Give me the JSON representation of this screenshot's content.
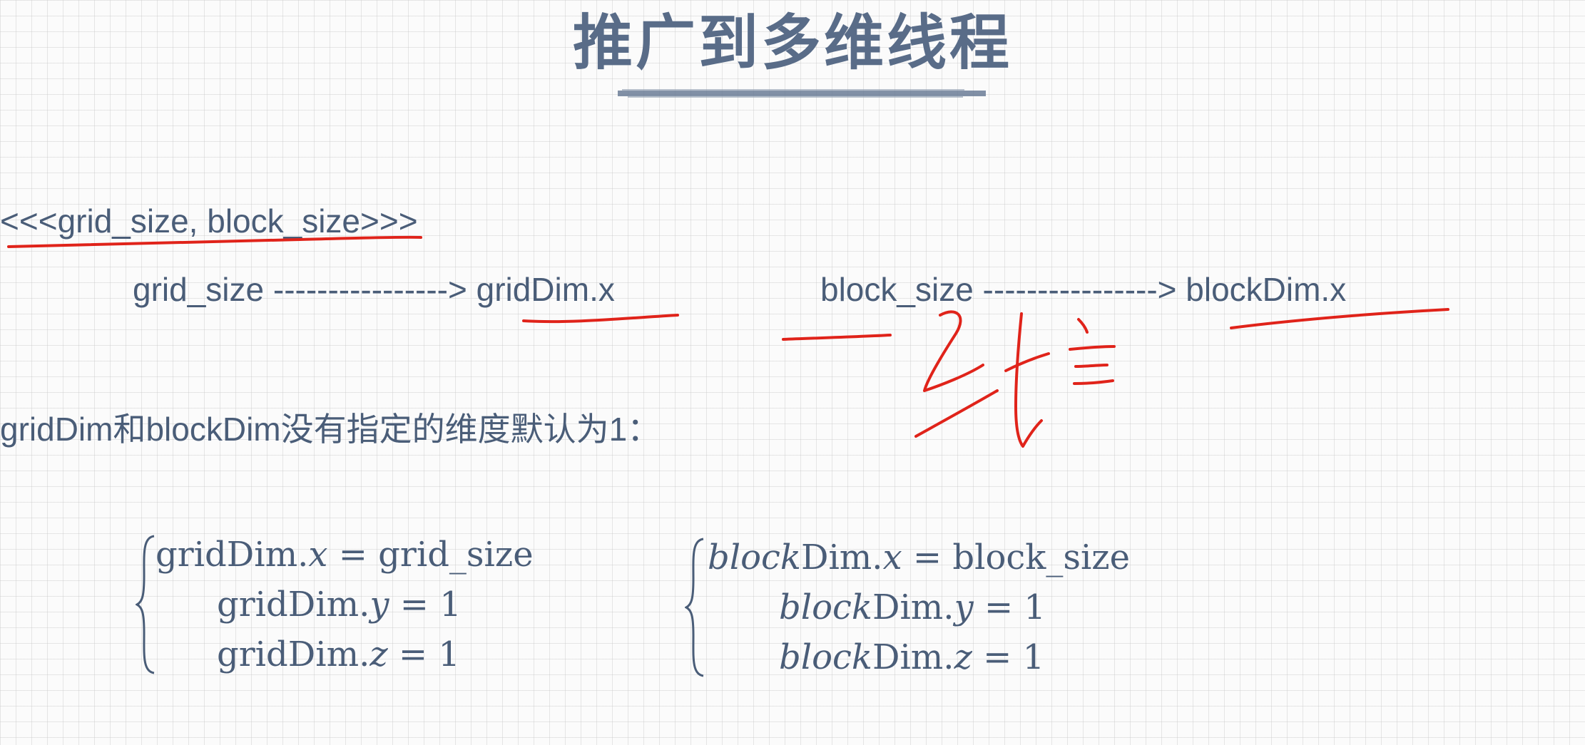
{
  "slide": {
    "title": "推广到多维线程",
    "launch_syntax": "<<<grid_size, block_size>>>",
    "grid_mapping": "grid_size ----------------> gridDim.x",
    "block_mapping": "block_size ----------------> blockDim.x",
    "default_note": "gridDim和blockDim没有指定的维度默认为1：",
    "grid_equations": {
      "line1_prefix": "gridDim.",
      "line1_var": "x",
      "line1_rhs": " = grid_size",
      "line2_prefix": "gridDim.",
      "line2_var": "y",
      "line2_rhs": " = 1",
      "line3_prefix": "gridDim.",
      "line3_var": "z",
      "line3_rhs": " = 1"
    },
    "block_equations": {
      "block_word": "block",
      "line1_prefix": "Dim.",
      "line1_var": "x",
      "line1_rhs": " = block_size",
      "line2_prefix": "Dim.",
      "line2_var": "y",
      "line2_rhs": " = 1",
      "line3_prefix": "Dim.",
      "line3_var": "z",
      "line3_rhs": " = 1"
    },
    "handwritten_annotation": "一维",
    "colors": {
      "text": "#4a5d78",
      "title": "#596c88",
      "annotation_ink": "#e0231a"
    }
  }
}
